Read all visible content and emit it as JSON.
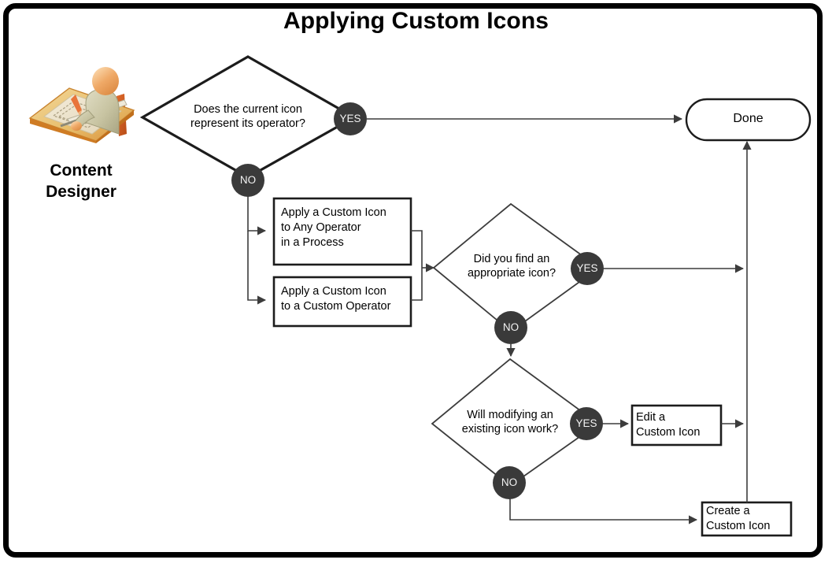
{
  "title": "Applying Custom Icons",
  "colors": {
    "frame_border": "#000000",
    "badge_fill": "#3a3a3a",
    "badge_text": "#f2f2f2",
    "node_stroke": "#3c3c3c",
    "connector": "#3c3c3c",
    "background": "#ffffff",
    "icon_skin": "#f0a868",
    "icon_body": "#c9c5a5",
    "icon_desk": "#e8a33d",
    "icon_paper": "#ece2cc"
  },
  "actor": {
    "icon": "content-designer-drafting-icon",
    "caption": "Content\nDesigner"
  },
  "nodes": {
    "decision_1": {
      "id": "does-current-icon-represent-operator",
      "type": "decision",
      "text": "Does the current icon\nrepresent its operator?"
    },
    "decision_2": {
      "id": "did-you-find-appropriate-icon",
      "type": "decision",
      "text": "Did you find an\nappropriate icon?"
    },
    "decision_3": {
      "id": "will-modifying-existing-icon-work",
      "type": "decision",
      "text": "Will modifying an\nexisting icon work?"
    },
    "process_1": {
      "id": "apply-custom-icon-any-operator",
      "type": "process",
      "text": "Apply a Custom Icon\nto Any Operator\nin a Process"
    },
    "process_2": {
      "id": "apply-custom-icon-custom-operator",
      "type": "process",
      "text": "Apply a Custom Icon\nto a Custom Operator"
    },
    "process_3": {
      "id": "edit-custom-icon",
      "type": "process",
      "text": "Edit a\nCustom Icon"
    },
    "process_4": {
      "id": "create-custom-icon",
      "type": "process",
      "text": "Create a\nCustom Icon"
    },
    "terminator": {
      "id": "done",
      "type": "terminator",
      "text": "Done"
    }
  },
  "badges": {
    "d1_yes": "YES",
    "d1_no": "NO",
    "d2_yes": "YES",
    "d2_no": "NO",
    "d3_yes": "YES",
    "d3_no": "NO"
  },
  "flows": [
    {
      "from": "decision_1",
      "label": "YES",
      "to": "terminator"
    },
    {
      "from": "decision_1",
      "label": "NO",
      "to": "process_1"
    },
    {
      "from": "decision_1",
      "label": "NO",
      "to": "process_2"
    },
    {
      "from": "process_1",
      "label": "",
      "to": "decision_2"
    },
    {
      "from": "process_2",
      "label": "",
      "to": "decision_2"
    },
    {
      "from": "decision_2",
      "label": "YES",
      "to": "terminator"
    },
    {
      "from": "decision_2",
      "label": "NO",
      "to": "decision_3"
    },
    {
      "from": "decision_3",
      "label": "YES",
      "to": "process_3"
    },
    {
      "from": "decision_3",
      "label": "NO",
      "to": "process_4"
    },
    {
      "from": "process_3",
      "label": "",
      "to": "terminator"
    },
    {
      "from": "process_4",
      "label": "",
      "to": "terminator"
    }
  ]
}
